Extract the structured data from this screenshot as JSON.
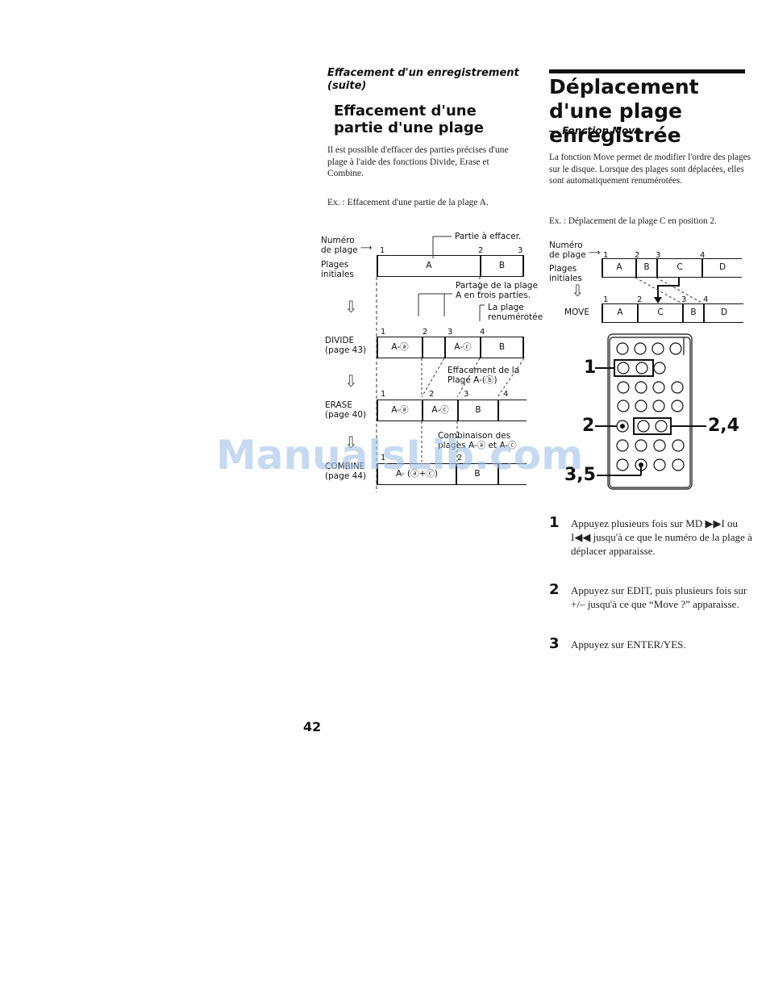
{
  "left": {
    "continued_title": "Effacement d'un enregistrement (suite)",
    "section_title": "Effacement d'une partie d'une plage",
    "intro": "Il est possible d'effacer des parties précises d'une plage à l'aide des fonctions Divide, Erase et Combine.",
    "example": "Ex. : Effacement d'une partie de la plage A.",
    "diagram": {
      "track_number_label": "Numéro de plage",
      "initial_tracks_label": "Plages initiales",
      "part_to_erase": "Partie à effacer.",
      "split_note": "Partage de la plage A en trois parties.",
      "renumbered_note": "La plage renumérotée",
      "erase_note": "Effacement de la Plage A-(ⓑ)",
      "combine_note": "Combinaison des plages A-ⓐ et A-ⓒ",
      "divide_label": "DIVIDE",
      "divide_page": "(page 43)",
      "erase_label": "ERASE",
      "erase_page": "(page 40)",
      "combine_label": "COMBINE",
      "combine_page": "(page 44)",
      "row1_cells": [
        "A",
        "B"
      ],
      "row1_nums": [
        "1",
        "2",
        "3"
      ],
      "row2_cells": [
        "A-ⓐ",
        "",
        "A-ⓒ",
        "B"
      ],
      "row2_nums": [
        "1",
        "2",
        "3",
        "4"
      ],
      "row3_cells": [
        "A-ⓐ",
        "A-ⓒ",
        "B"
      ],
      "row3_nums": [
        "1",
        "2",
        "3",
        "4"
      ],
      "row4_cells": [
        "A- (ⓐ+ⓒ)",
        "B"
      ],
      "row4_nums": [
        "1",
        "2"
      ]
    }
  },
  "right": {
    "title": "Déplacement d'une plage enregistrée",
    "subtitle": "— Fonction Move",
    "intro": "La fonction Move permet de modifier l'ordre des plages sur le disque. Lorsque des plages sont déplacées, elles sont automatiquement renumérotées.",
    "example": "Ex. : Déplacement de la plage C en position 2.",
    "diagram": {
      "track_number_label": "Numéro de plage",
      "initial_tracks_label": "Plages initiales",
      "move_label": "MOVE",
      "row1_cells": [
        "A",
        "B",
        "C",
        "D"
      ],
      "row1_nums": [
        "1",
        "2",
        "3",
        "4"
      ],
      "row2_cells": [
        "A",
        "C",
        "B",
        "D"
      ],
      "row2_nums": [
        "1",
        "2",
        "3",
        "4"
      ]
    },
    "callouts": [
      "1",
      "2",
      "2,4",
      "3,5"
    ],
    "steps": [
      {
        "num": "1",
        "text": "Appuyez plusieurs fois sur MD ▶▶I ou I◀◀ jusqu'à ce que le numéro de la plage à déplacer apparaisse."
      },
      {
        "num": "2",
        "text": "Appuyez sur EDIT, puis plusieurs fois sur +/– jusqu'à ce que “Move ?” apparaisse."
      },
      {
        "num": "3",
        "text": "Appuyez sur ENTER/YES."
      }
    ]
  },
  "page_number": "42",
  "watermark": "ManualsLib.com"
}
